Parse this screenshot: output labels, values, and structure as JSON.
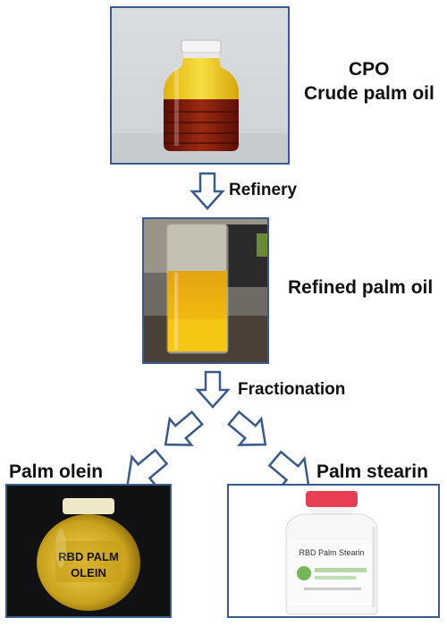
{
  "diagram": {
    "crude": {
      "abbr": "CPO",
      "name": "Crude palm oil"
    },
    "step1": "Refinery",
    "refined": {
      "name": "Refined palm oil"
    },
    "step2": "Fractionation",
    "olein": {
      "name": "Palm olein",
      "bottle_text_line1": "RBD PALM",
      "bottle_text_line2": "OLEIN"
    },
    "stearin": {
      "name": "Palm stearin",
      "bottle_label_title": "RBD Palm Stearin"
    },
    "colors": {
      "frame_border": "#3a5a8c",
      "crude_oil": "#8a1e0e",
      "refined_oil": "#f0b60f",
      "olein_oil": "#d8b323",
      "stearin_cap": "#e83e54"
    }
  }
}
